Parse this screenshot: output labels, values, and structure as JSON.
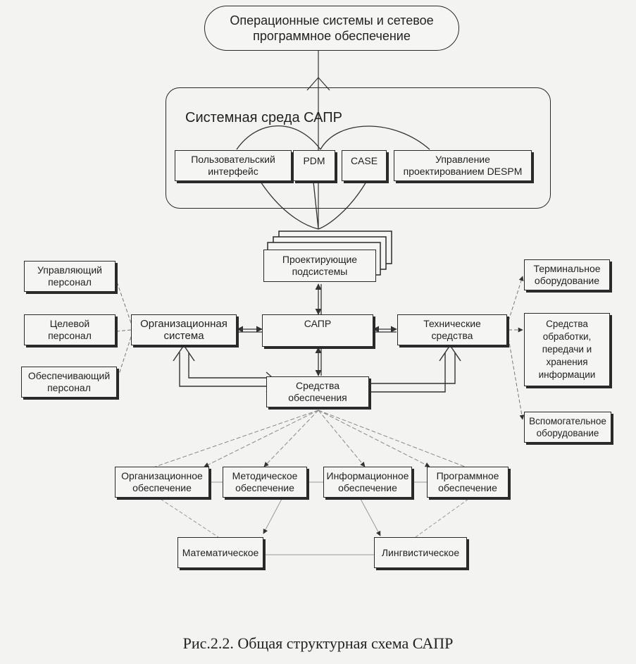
{
  "top": {
    "label": "Операционные системы и сетевое\nпрограммное обеспечение"
  },
  "env": {
    "title": "Системная среда САПР",
    "items": [
      "Пользовательский\nинтерфейс",
      "PDM",
      "CASE",
      "Управление\nпроектированием DESPM"
    ]
  },
  "design": {
    "label": "Проектирующие\nподсистемы"
  },
  "sapr": {
    "label": "САПР"
  },
  "org": {
    "label": "Организационная\nсистема"
  },
  "tech": {
    "label": "Технические\nсредства"
  },
  "means": {
    "label": "Средства\nобеспечения"
  },
  "personnel": [
    "Управляющий\nперсонал",
    "Целевой\nперсонал",
    "Обеспечивающий\nперсонал"
  ],
  "equipment": [
    "Терминальное\nоборудование",
    "Средства\nобработки,\nпередачи и\nхранения\nинформации",
    "Вспомогательное\nоборудование"
  ],
  "support": [
    "Организационное\nобеспечение",
    "Методическое\nобеспечение",
    "Информационное\nобеспечение",
    "Программное\nобеспечение"
  ],
  "sub_support": [
    "Математическое",
    "Лингвистическое"
  ],
  "caption": "Рис.2.2. Общая структурная схема САПР"
}
